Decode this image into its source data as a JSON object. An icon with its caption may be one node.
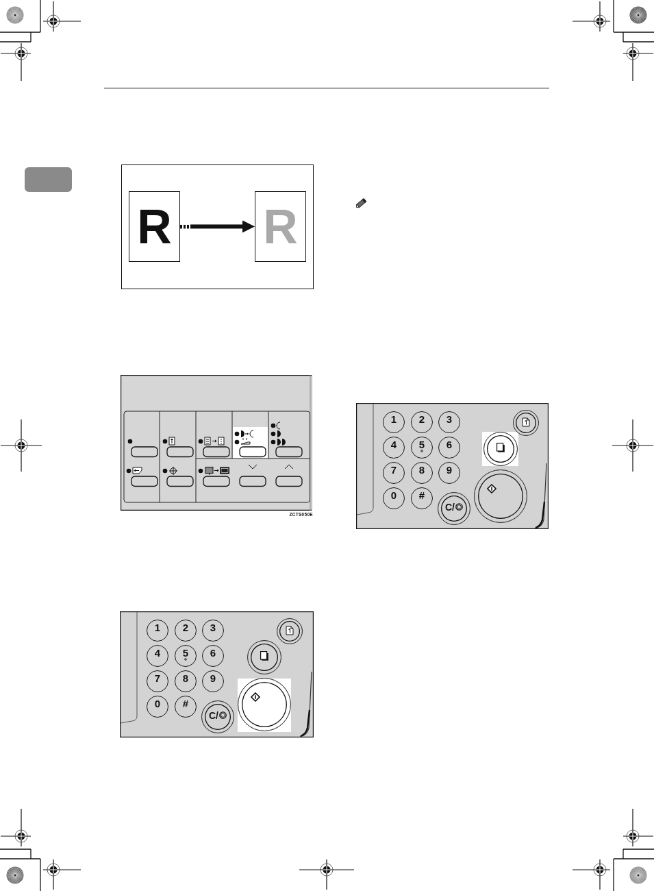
{
  "diagram": {
    "nodes": [
      {
        "text": [
          "R"
        ]
      },
      {
        "text": [
          "R"
        ]
      },
      {
        "text": [
          "1"
        ]
      },
      {
        "text": [
          "2"
        ]
      },
      {
        "text": [
          "3"
        ]
      },
      {
        "text": [],
        "shape": "circle"
      },
      {
        "text": [
          "4"
        ]
      },
      {
        "text": [
          "5"
        ]
      },
      {
        "text": [
          "6"
        ]
      },
      {
        "text": [],
        "shape": "circle"
      },
      {
        "text": [
          "7"
        ]
      },
      {
        "text": [
          "8"
        ]
      },
      {
        "text": [
          "9"
        ]
      },
      {
        "text": [],
        "shape": "circle"
      },
      {
        "text": [
          "0"
        ]
      },
      {
        "text": [
          "#"
        ]
      },
      {
        "text": [
          "C/"
        ]
      },
      {
        "text": [
          "1"
        ]
      },
      {
        "text": [
          "2"
        ]
      },
      {
        "text": [
          "3"
        ]
      },
      {
        "text": [],
        "shape": "circle"
      },
      {
        "text": [
          "4"
        ]
      },
      {
        "text": [
          "5"
        ]
      },
      {
        "text": [
          "6"
        ]
      },
      {
        "text": [],
        "shape": "circle"
      },
      {
        "text": [
          "7"
        ]
      },
      {
        "text": [
          "8"
        ]
      },
      {
        "text": [
          "9"
        ]
      },
      {
        "text": [],
        "shape": "circle"
      },
      {
        "text": [
          "0"
        ]
      },
      {
        "text": [
          "#"
        ]
      },
      {
        "text": [
          "C/"
        ]
      }
    ],
    "edges": [
      {
        "from": 0,
        "to": 1,
        "arrow": "to"
      }
    ],
    "labels": [
      "ZCTS050E"
    ]
  }
}
